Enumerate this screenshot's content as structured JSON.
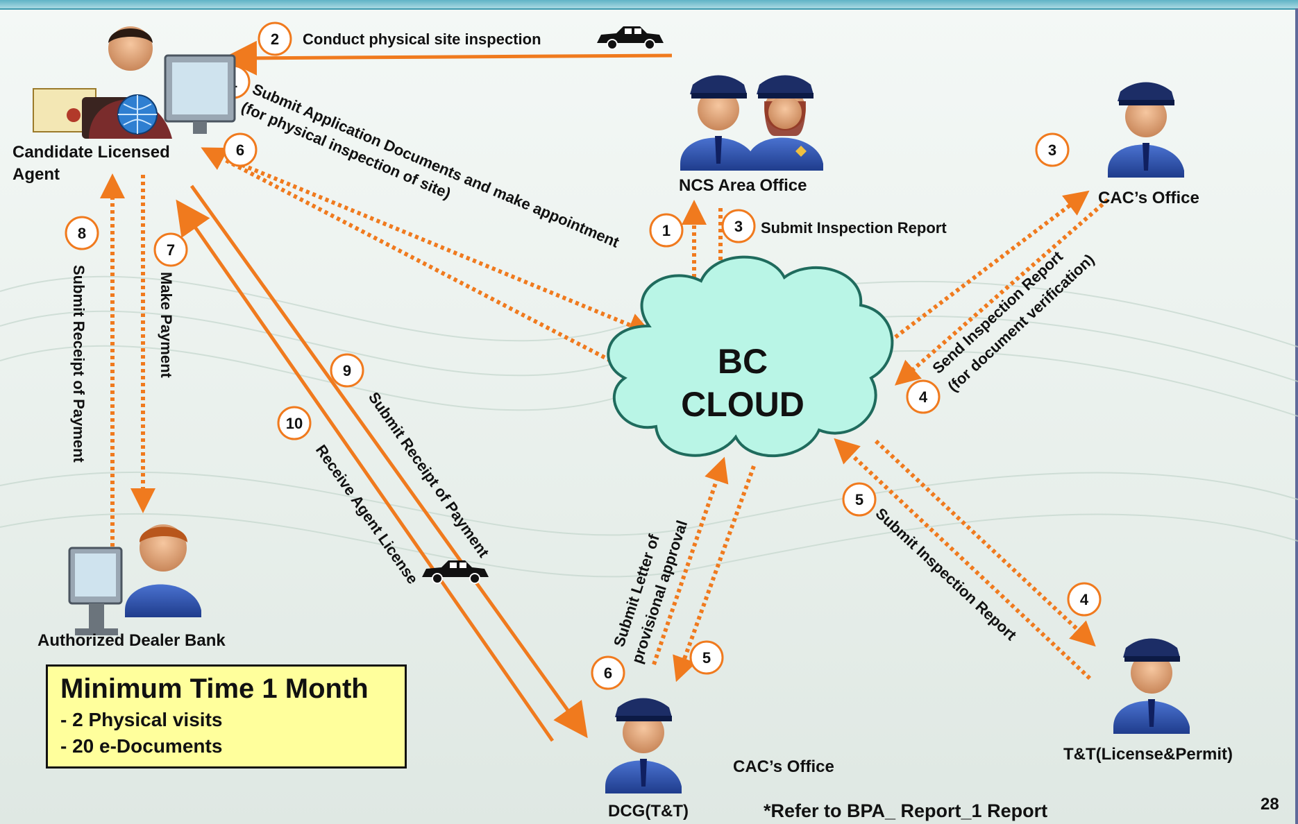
{
  "nodes": {
    "candidate": "Candidate Licensed\nAgent",
    "ncs": "NCS Area Office",
    "cac_top": "CAC’s Office",
    "bank": "Authorized Dealer Bank",
    "dcg": "DCG(T&T)",
    "cac_bottom": "CAC’s Office",
    "tt": "T&T(License&Permit)"
  },
  "cloud": {
    "line1": "BC",
    "line2": "CLOUD"
  },
  "steps": {
    "s1a": "1",
    "s1b": "1",
    "s2": "2",
    "s3a": "3",
    "s3b": "3",
    "s4a": "4",
    "s4b": "4",
    "s5a": "5",
    "s5b": "5",
    "s6a": "6",
    "s6b": "6",
    "s7": "7",
    "s8": "8",
    "s9": "9",
    "s10": "10"
  },
  "arrows": {
    "a2": "Conduct physical site inspection",
    "a1_line1": "Submit Application Documents and make appointment",
    "a1_line2": "(for physical inspection of site)",
    "a3_ncs": "Submit Inspection Report",
    "a4_line1": "Send Inspection Report",
    "a4_line2": "(for document verification)",
    "a5": "Submit Inspection Report",
    "a6_line1": "Submit Letter of",
    "a6_line2": "provisional approval",
    "a7": "Make Payment",
    "a8": "Submit Receipt of Payment",
    "a9": "Submit Receipt of Payment",
    "a10": "Receive Agent License"
  },
  "note": {
    "title": "Minimum Time 1 Month",
    "line1": "- 2 Physical visits",
    "line2": "- 20 e-Documents"
  },
  "footer": {
    "ref": "*Refer to BPA_ Report_1 Report",
    "page": "28"
  },
  "colors": {
    "arrow": "#f07a1e",
    "cloud_fill": "#b9f5e6",
    "note_fill": "#ffff9c",
    "officer": "#2d4fa8"
  }
}
